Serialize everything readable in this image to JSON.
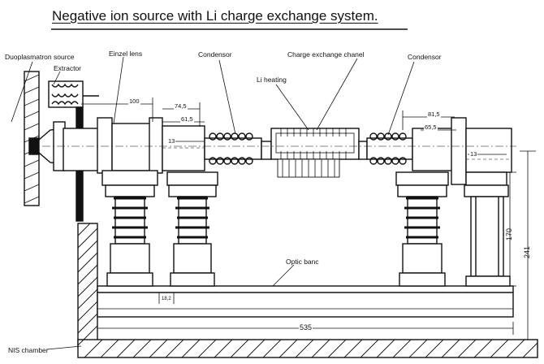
{
  "title": "Negative ion source with Li charge exchange system.",
  "labels": {
    "duoplasmatron": "Duoplasmatron source",
    "extractor": "Extractor",
    "einzel_lens": "Einzel lens",
    "condensor_left": "Condensor",
    "li_heating": "Li heating",
    "charge_exchange": "Charge exchange chanel",
    "condensor_right": "Condensor",
    "optic_banc": "Optic banc",
    "nis_chamber": "NIS chamber"
  },
  "dimensions": {
    "d100": "100",
    "d74_5": "74,5",
    "d61_5": "61,5",
    "d13_left": "13",
    "d81_5": "81,5",
    "d65_5": "65,5",
    "d13_right": "13",
    "d170": "170",
    "d241": "241",
    "d535": "535",
    "d18_2": "18,2"
  }
}
